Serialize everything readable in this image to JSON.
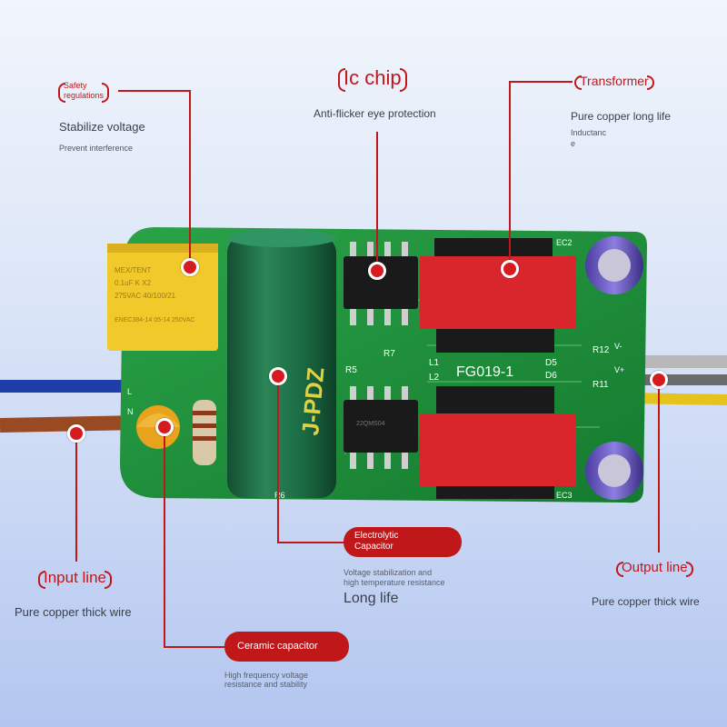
{
  "labels": {
    "safety": {
      "title_line1": "Safety",
      "title_line2": "regulations",
      "desc1": "Stabilize voltage",
      "desc2": "Prevent interference"
    },
    "ic_chip": {
      "title": "Ic chip",
      "desc": "Anti-flicker eye protection"
    },
    "transformer": {
      "title": "Transformer",
      "desc1": "Pure copper long life",
      "desc2": "Inductanc",
      "desc3": "e"
    },
    "input_line": {
      "title": "Input line",
      "desc": "Pure copper thick wire"
    },
    "electrolytic": {
      "title_line1": "Electrolytic",
      "title_line2": "Capacitor",
      "desc1": "Voltage stabilization and",
      "desc2": "high temperature resistance",
      "desc3": "Long life"
    },
    "output_line": {
      "title": "Output line",
      "desc": "Pure copper thick wire"
    },
    "ceramic": {
      "title": "Ceramic capacitor",
      "desc1": "High frequency voltage",
      "desc2": "resistance and stability"
    }
  },
  "board": {
    "model": "FG019-1",
    "cap_brand": "J-PDZ",
    "xcap_text": [
      "MEX/TENT",
      "0.1uF  K  X2",
      "275VAC   40/100/21",
      "ENEC384-14 05-14 250VAC"
    ],
    "silkscreen": [
      "R7",
      "R5",
      "L1",
      "L2",
      "D5",
      "D6",
      "R11",
      "R12",
      "V+",
      "V-",
      "EC2",
      "EC3",
      "R6",
      "N",
      "L"
    ]
  },
  "colors": {
    "accent": "#c0171b",
    "pcb": "#1f8f3a",
    "cap": "#1d6b45",
    "transformer": "#d9262c"
  }
}
